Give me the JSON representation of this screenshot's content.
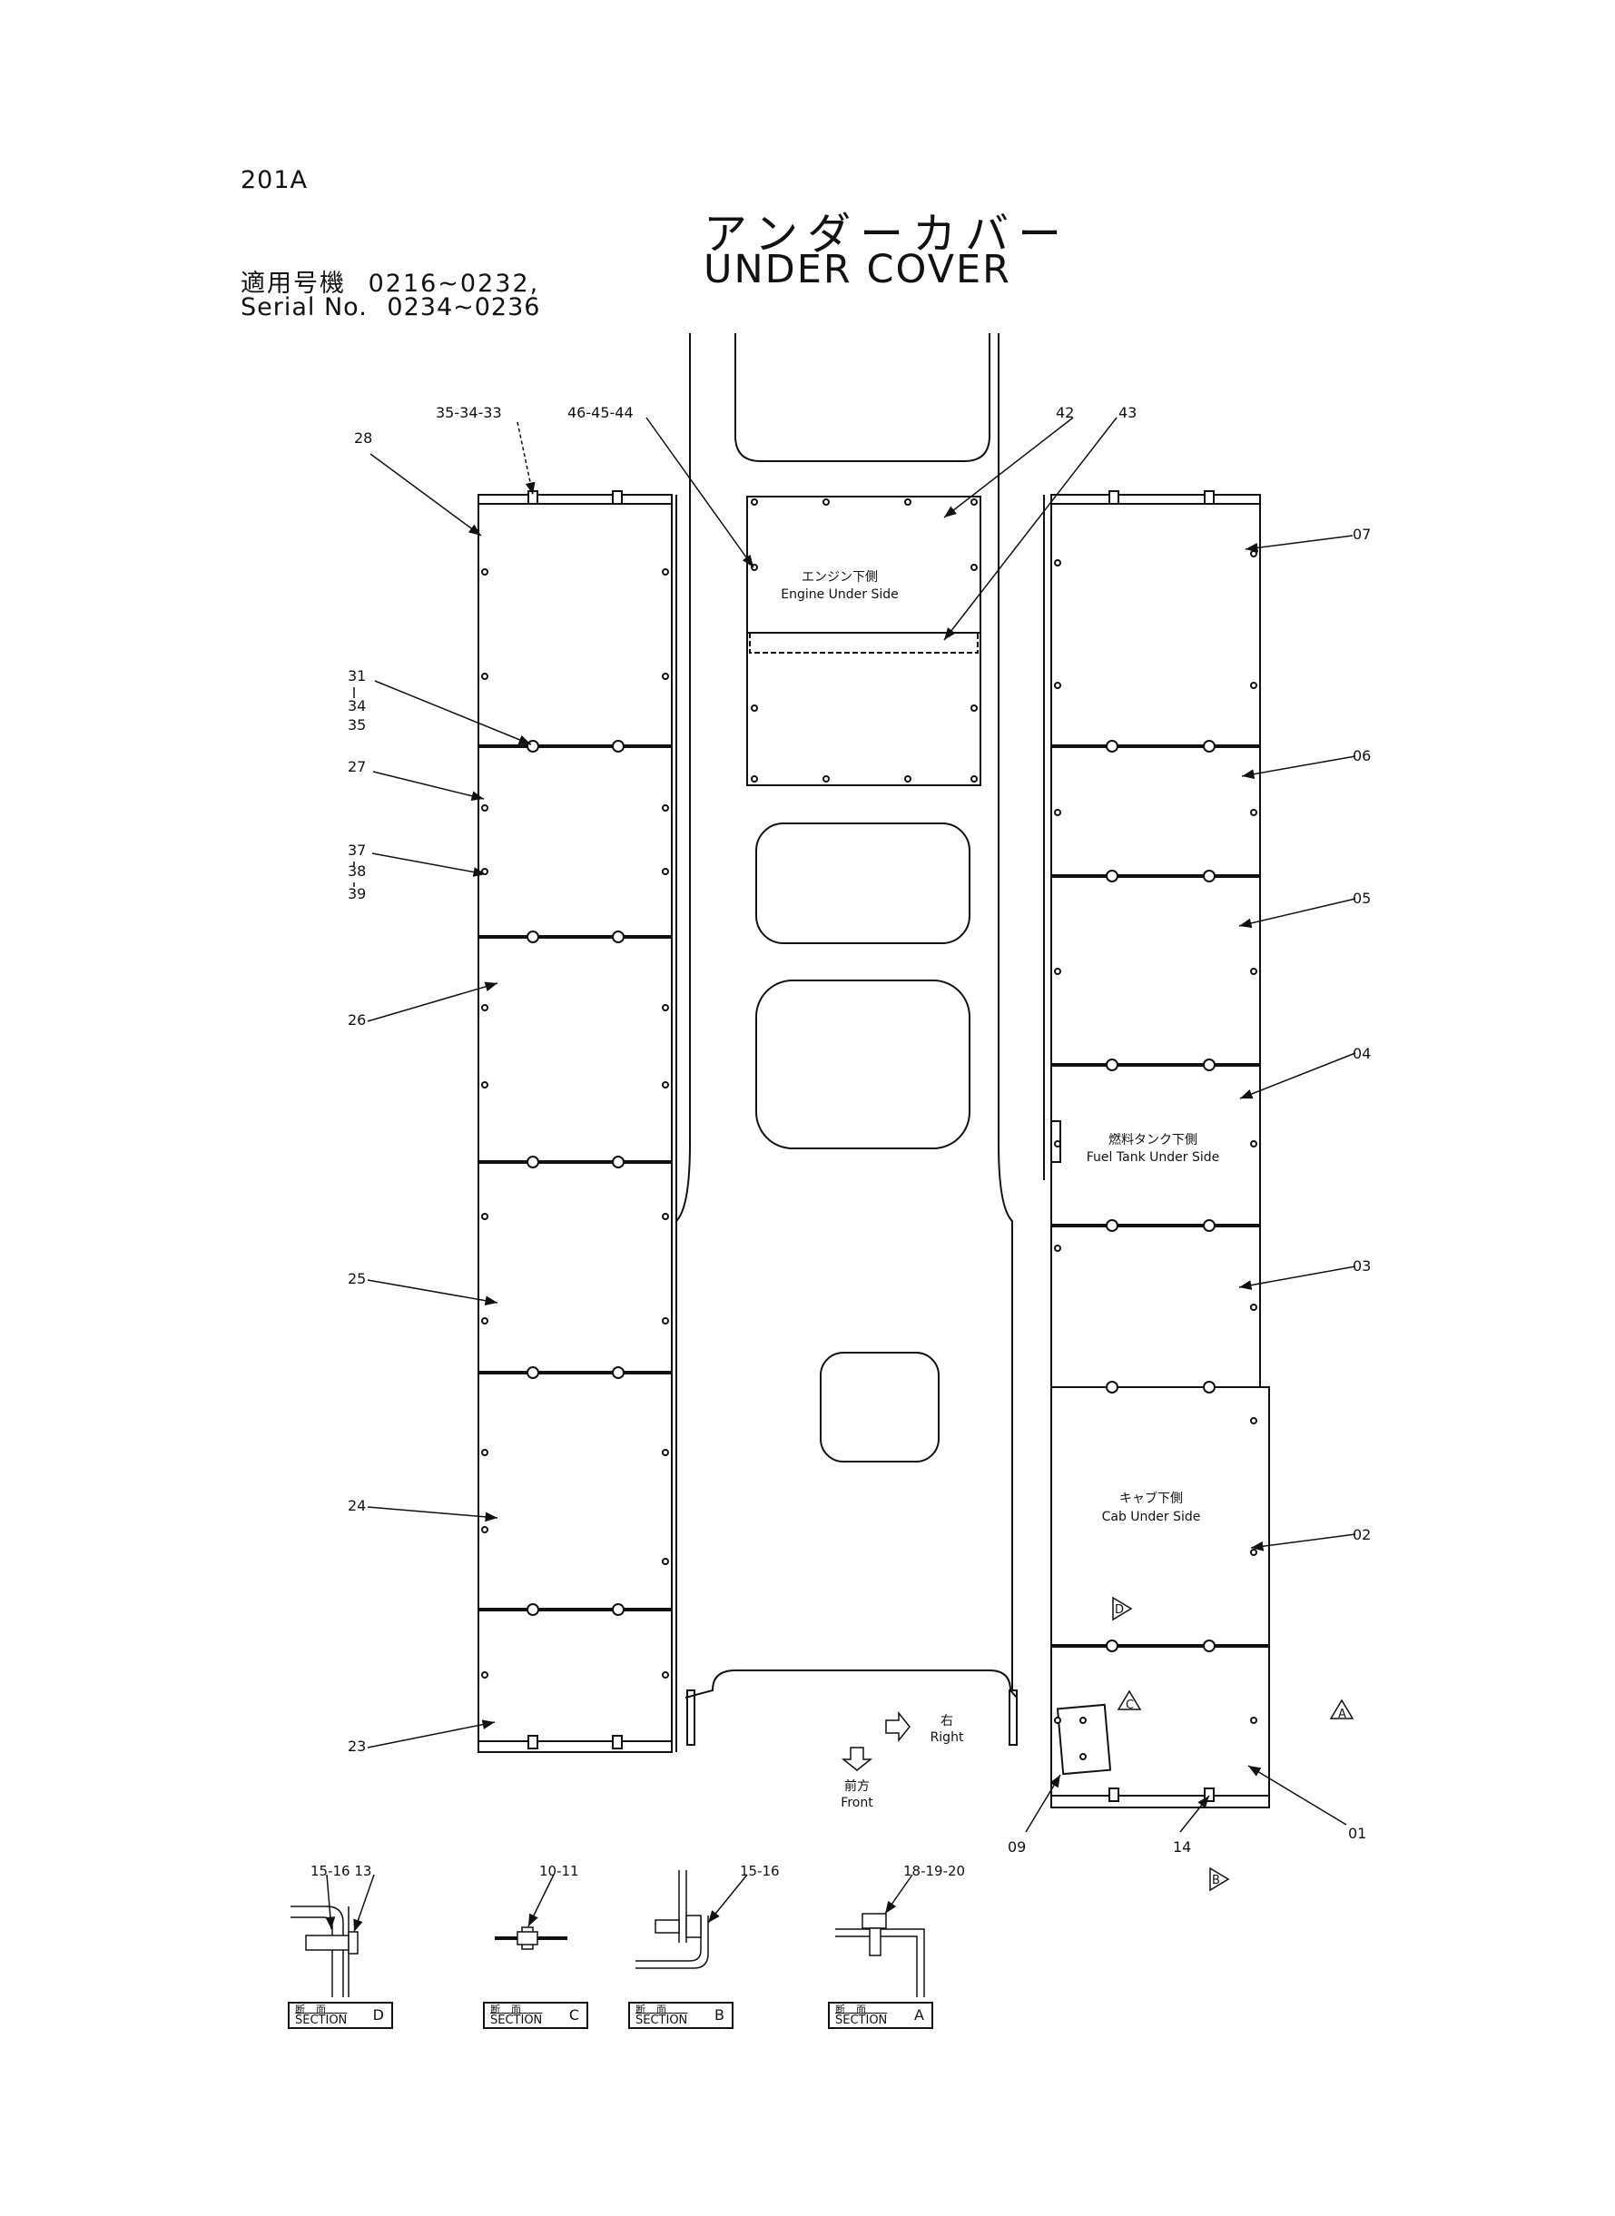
{
  "page_number": "201A",
  "title_jp": "アンダーカバー",
  "title_en": "UNDER COVER",
  "applicable_label": "適用号機",
  "applicable_range": "0216~0232,",
  "serial_label": "Serial No.",
  "serial_range": "0234~0236",
  "callouts": {
    "c35_34_33": "35-34-33",
    "c46_45_44": "46-45-44",
    "c42": "42",
    "c43": "43",
    "c28": "28",
    "c07": "07",
    "c31": "31",
    "c34": "34",
    "c35": "35",
    "c27": "27",
    "c06": "06",
    "c37": "37",
    "c38": "38",
    "c39": "39",
    "c05": "05",
    "c26": "26",
    "c04": "04",
    "c25": "25",
    "c03": "03",
    "c24": "24",
    "c02": "02",
    "c23": "23",
    "c09": "09",
    "c14": "14",
    "c01": "01"
  },
  "labels": {
    "engine_jp": "エンジン下側",
    "engine_en": "Engine Under Side",
    "fuel_jp": "燃料タンク下側",
    "fuel_en": "Fuel Tank Under Side",
    "cab_jp": "キャブ下側",
    "cab_en": "Cab Under Side",
    "right_jp": "右",
    "right_en": "Right",
    "front_jp": "前方",
    "front_en": "Front"
  },
  "markers": {
    "a": "A",
    "b": "B",
    "c": "C",
    "d": "D"
  },
  "sections": [
    {
      "callouts": "15-16  13",
      "jp": "断面",
      "word": "SECTION",
      "letter": "D"
    },
    {
      "callouts": "10-11",
      "jp": "断面",
      "word": "SECTION",
      "letter": "C"
    },
    {
      "callouts": "15-16",
      "jp": "断面",
      "word": "SECTION",
      "letter": "B"
    },
    {
      "callouts": "18-19-20",
      "jp": "断面",
      "word": "SECTION",
      "letter": "A"
    }
  ]
}
